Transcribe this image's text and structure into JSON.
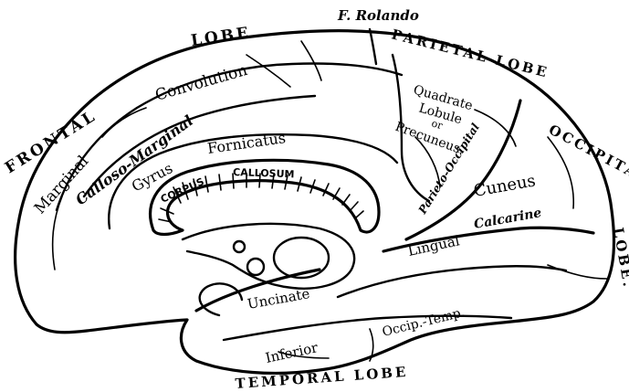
{
  "diagram": {
    "lobes": {
      "frontal": "FRONTAL",
      "frontal_lobe": "LOBE",
      "parietal": "PARIETAL LOBE",
      "occipital": "OCCIPITAL",
      "occipital_lobe": "LOBE.",
      "temporal": "TEMPORAL LOBE"
    },
    "fissures": {
      "rolando": "F. Rolando",
      "parieto_occipital": "Parieto-Occipital",
      "calcarine": "Calcarine"
    },
    "gyri": {
      "convolution": "Convolution",
      "marginal": "Marginal",
      "calloso_marginal": "Calloso-Marginal",
      "gyrus": "Gyrus",
      "fornicatus": "Fornicatus",
      "quadrate": "Quadrate",
      "lobule": "Lobule",
      "or": "or",
      "precuneus": "Precuneus.",
      "cuneus": "Cuneus",
      "lingual": "Lingual",
      "uncinate": "Uncinate",
      "inferior": "Inferior",
      "occip_temp": "Occip.-Temp."
    },
    "corpus_callosum": {
      "corpus": "CORPUS",
      "callosum": "CALLOSUM"
    }
  }
}
